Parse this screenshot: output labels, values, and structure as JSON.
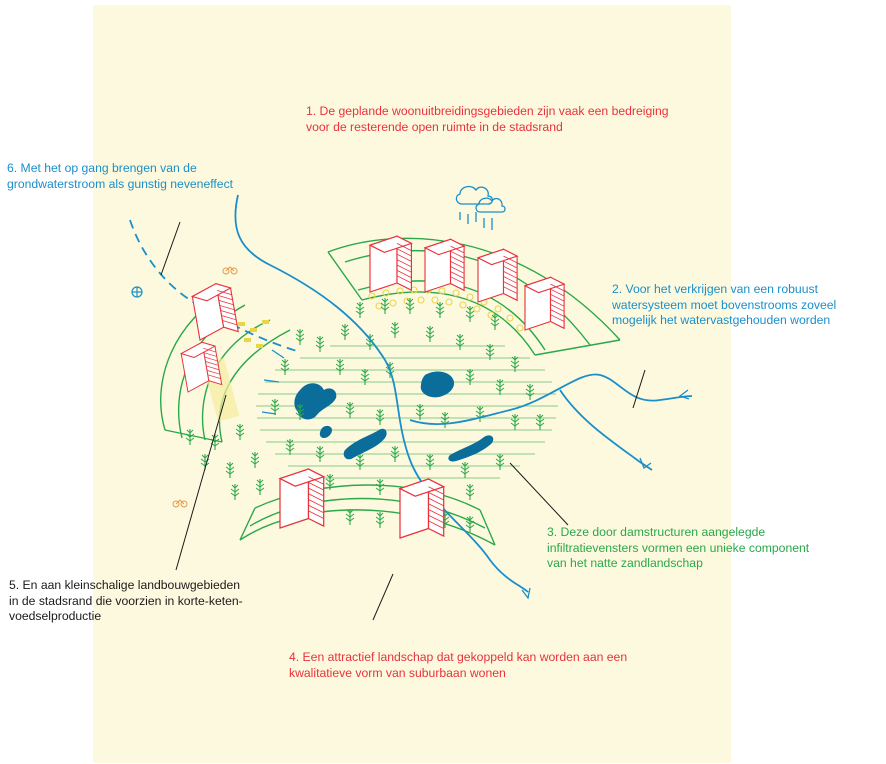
{
  "colors": {
    "background_panel": "#fdf9de",
    "red": "#e8323c",
    "blue": "#1a8fc9",
    "green": "#2aa84a",
    "water": "#0b6e9a",
    "black": "#1a1a1a",
    "orange": "#e49a4c",
    "yellow": "#e8d64a"
  },
  "annotations": {
    "a1": {
      "line1": "1. De geplande woonuitbreidingsgebieden zijn vaak een bedreiging",
      "line2": "voor de resterende open ruimte in de stadsrand"
    },
    "a2": {
      "line1": "2. Voor het verkrijgen van een robuust",
      "line2": "watersysteem moet bovenstrooms zoveel",
      "line3": "mogelijk het watervastgehouden worden"
    },
    "a3": {
      "line1": "3. Deze door damstructuren aangelegde",
      "line2": "infiltratievensters vormen een unieke component",
      "line3": "van het natte zandlandschap"
    },
    "a4": {
      "line1": "4. Een attractief landschap dat gekoppeld kan worden aan een",
      "line2": "kwalitatieve vorm van suburbaan wonen"
    },
    "a5": {
      "line1": "5. En aan kleinschalige landbouwgebieden",
      "line2": "in de stadsrand die voorzien in korte-keten-",
      "line3": "voedselproductie"
    },
    "a6": {
      "line1": "6. Met het op gang brengen van de",
      "line2": "grondwaterstroom als gunstig neveneffect"
    }
  },
  "icons": [
    "rain-cloud-icon",
    "bicycle-icon",
    "target-icon",
    "cow-icon",
    "building-icon",
    "tree-icon"
  ]
}
